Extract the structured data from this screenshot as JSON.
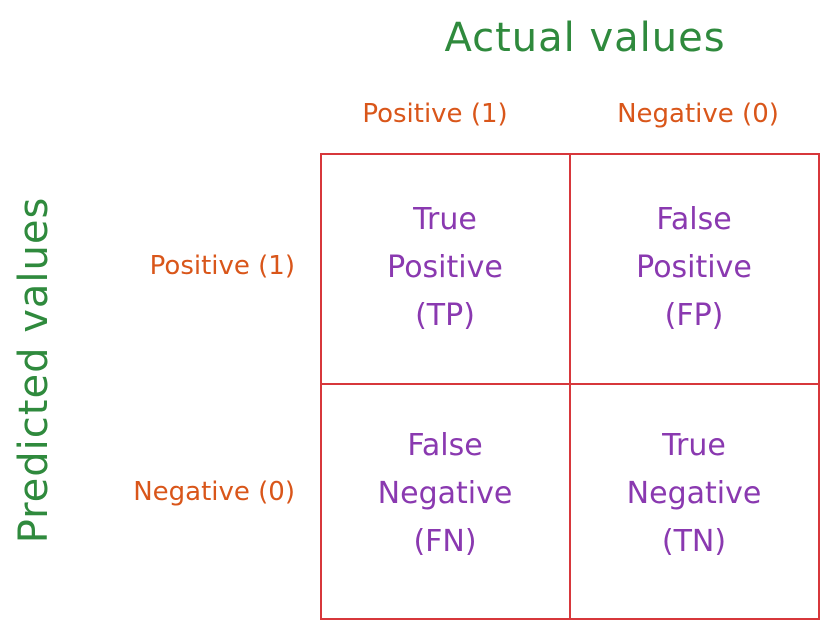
{
  "titles": {
    "actual": "Actual values",
    "predicted": "Predicted values"
  },
  "columns": [
    "Positive (1)",
    "Negative (0)"
  ],
  "rows": [
    "Positive (1)",
    "Negative (0)"
  ],
  "cells": {
    "tp": {
      "line1": "True",
      "line2": "Positive",
      "line3": "(TP)"
    },
    "fp": {
      "line1": "False",
      "line2": "Positive",
      "line3": "(FP)"
    },
    "fn": {
      "line1": "False",
      "line2": "Negative",
      "line3": "(FN)"
    },
    "tn": {
      "line1": "True",
      "line2": "Negative",
      "line3": "(TN)"
    }
  },
  "colors": {
    "title": "#2f8a3d",
    "axis_labels": "#d9561a",
    "cell_text": "#8a39b0",
    "grid": "#d7373b"
  }
}
